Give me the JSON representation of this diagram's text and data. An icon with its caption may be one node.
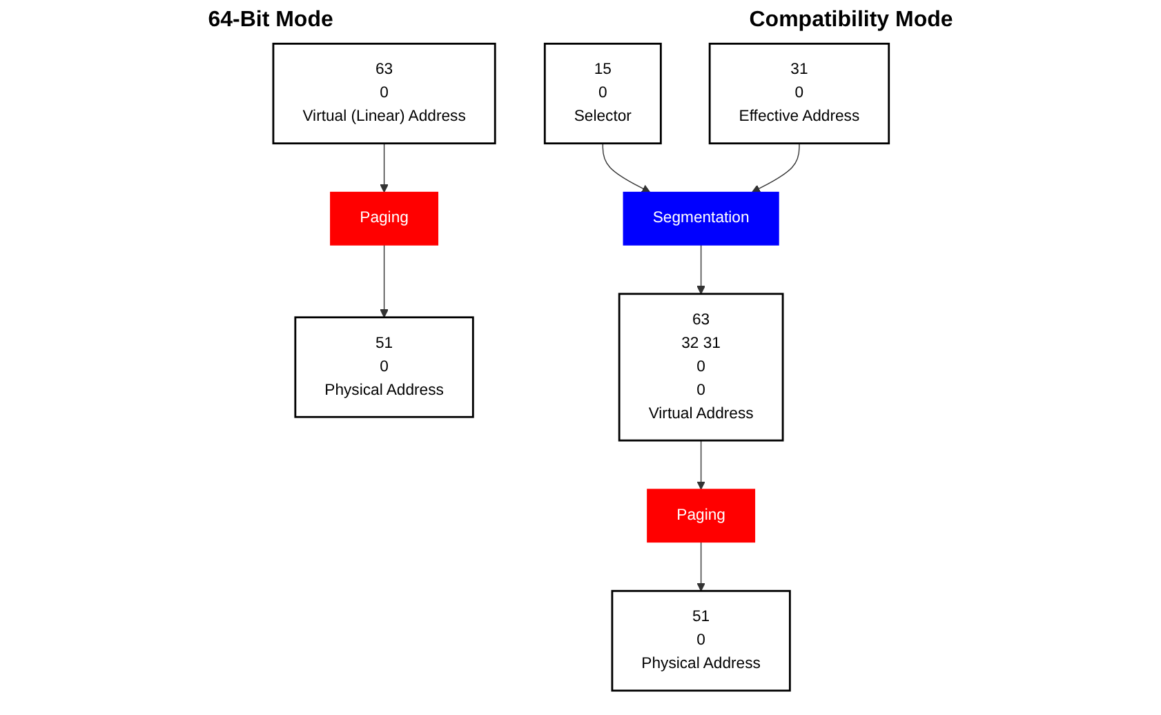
{
  "diagram": {
    "nodes": [
      {
        "text": [
          "63",
          "0",
          "Virtual (Linear) Address"
        ]
      },
      {
        "text": [
          "Paging"
        ]
      },
      {
        "text": [
          "51",
          "0",
          "Physical Address"
        ]
      },
      {
        "text": [
          "15",
          "0",
          "Selector"
        ]
      },
      {
        "text": [
          "31",
          "0",
          "Effective Address"
        ]
      },
      {
        "text": [
          "Segmentation"
        ]
      },
      {
        "text": [
          "63",
          "32 31",
          "0",
          "0",
          "Virtual Address"
        ]
      },
      {
        "text": [
          "Paging"
        ]
      },
      {
        "text": [
          "51",
          "0",
          "Physical Address"
        ]
      }
    ],
    "edges": [
      {
        "from": 0,
        "to": 1,
        "arrow": "to"
      },
      {
        "from": 1,
        "to": 2,
        "arrow": "to"
      },
      {
        "from": 3,
        "to": 5,
        "arrow": "to"
      },
      {
        "from": 4,
        "to": 5,
        "arrow": "to"
      },
      {
        "from": 5,
        "to": 6,
        "arrow": "to"
      },
      {
        "from": 6,
        "to": 7,
        "arrow": "to"
      },
      {
        "from": 7,
        "to": 8,
        "arrow": "to"
      }
    ],
    "labels": [
      "64-Bit Mode",
      "Compatibility Mode"
    ]
  }
}
